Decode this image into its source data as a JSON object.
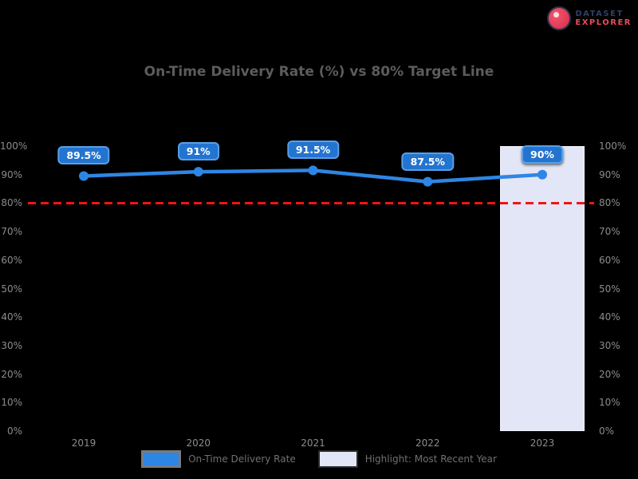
{
  "logo": {
    "line1": "DATASET",
    "line2": "EXPLORER"
  },
  "title": "On-Time Delivery Rate (%) vs 80% Target Line",
  "legend": {
    "series_label": "On-Time Delivery Rate",
    "highlight_label": "Highlight: Most Recent Year"
  },
  "colors": {
    "background": "#000000",
    "line": "#2e86e4",
    "marker": "#2e86e4",
    "callout_fill": "#2374cf",
    "callout_border": "#57a0e8",
    "target": "#f01414",
    "band": "#e3e6f6",
    "title_text": "#5c5c5c",
    "tick_text": "#8c8c8c"
  },
  "chart_data": {
    "type": "line",
    "title": "On-Time Delivery Rate (%) vs 80% Target Line",
    "x": [
      "2019",
      "2020",
      "2021",
      "2022",
      "2023"
    ],
    "series": [
      {
        "name": "On-Time Delivery Rate",
        "values": [
          89.5,
          91,
          91.5,
          87.5,
          90
        ]
      }
    ],
    "point_labels": [
      "89.5%",
      "91%",
      "91.5%",
      "87.5%",
      "90%"
    ],
    "target_line": {
      "value": 80,
      "color": "#f01414",
      "style": "dashed"
    },
    "highlight_band": {
      "category": "2023",
      "color": "#e3e6f6"
    },
    "y_ticks": [
      "100%",
      "90%",
      "80%",
      "70%",
      "60%",
      "50%",
      "40%",
      "30%",
      "20%",
      "10%",
      "0%"
    ],
    "y_ticks_right": [
      "100%",
      "90%",
      "80%",
      "70%",
      "60%",
      "50%",
      "40%",
      "30%",
      "20%",
      "10%",
      "0%"
    ],
    "ylim": [
      0,
      100
    ],
    "xlabel": "",
    "ylabel": "",
    "grid": false,
    "legend_position": "bottom"
  }
}
